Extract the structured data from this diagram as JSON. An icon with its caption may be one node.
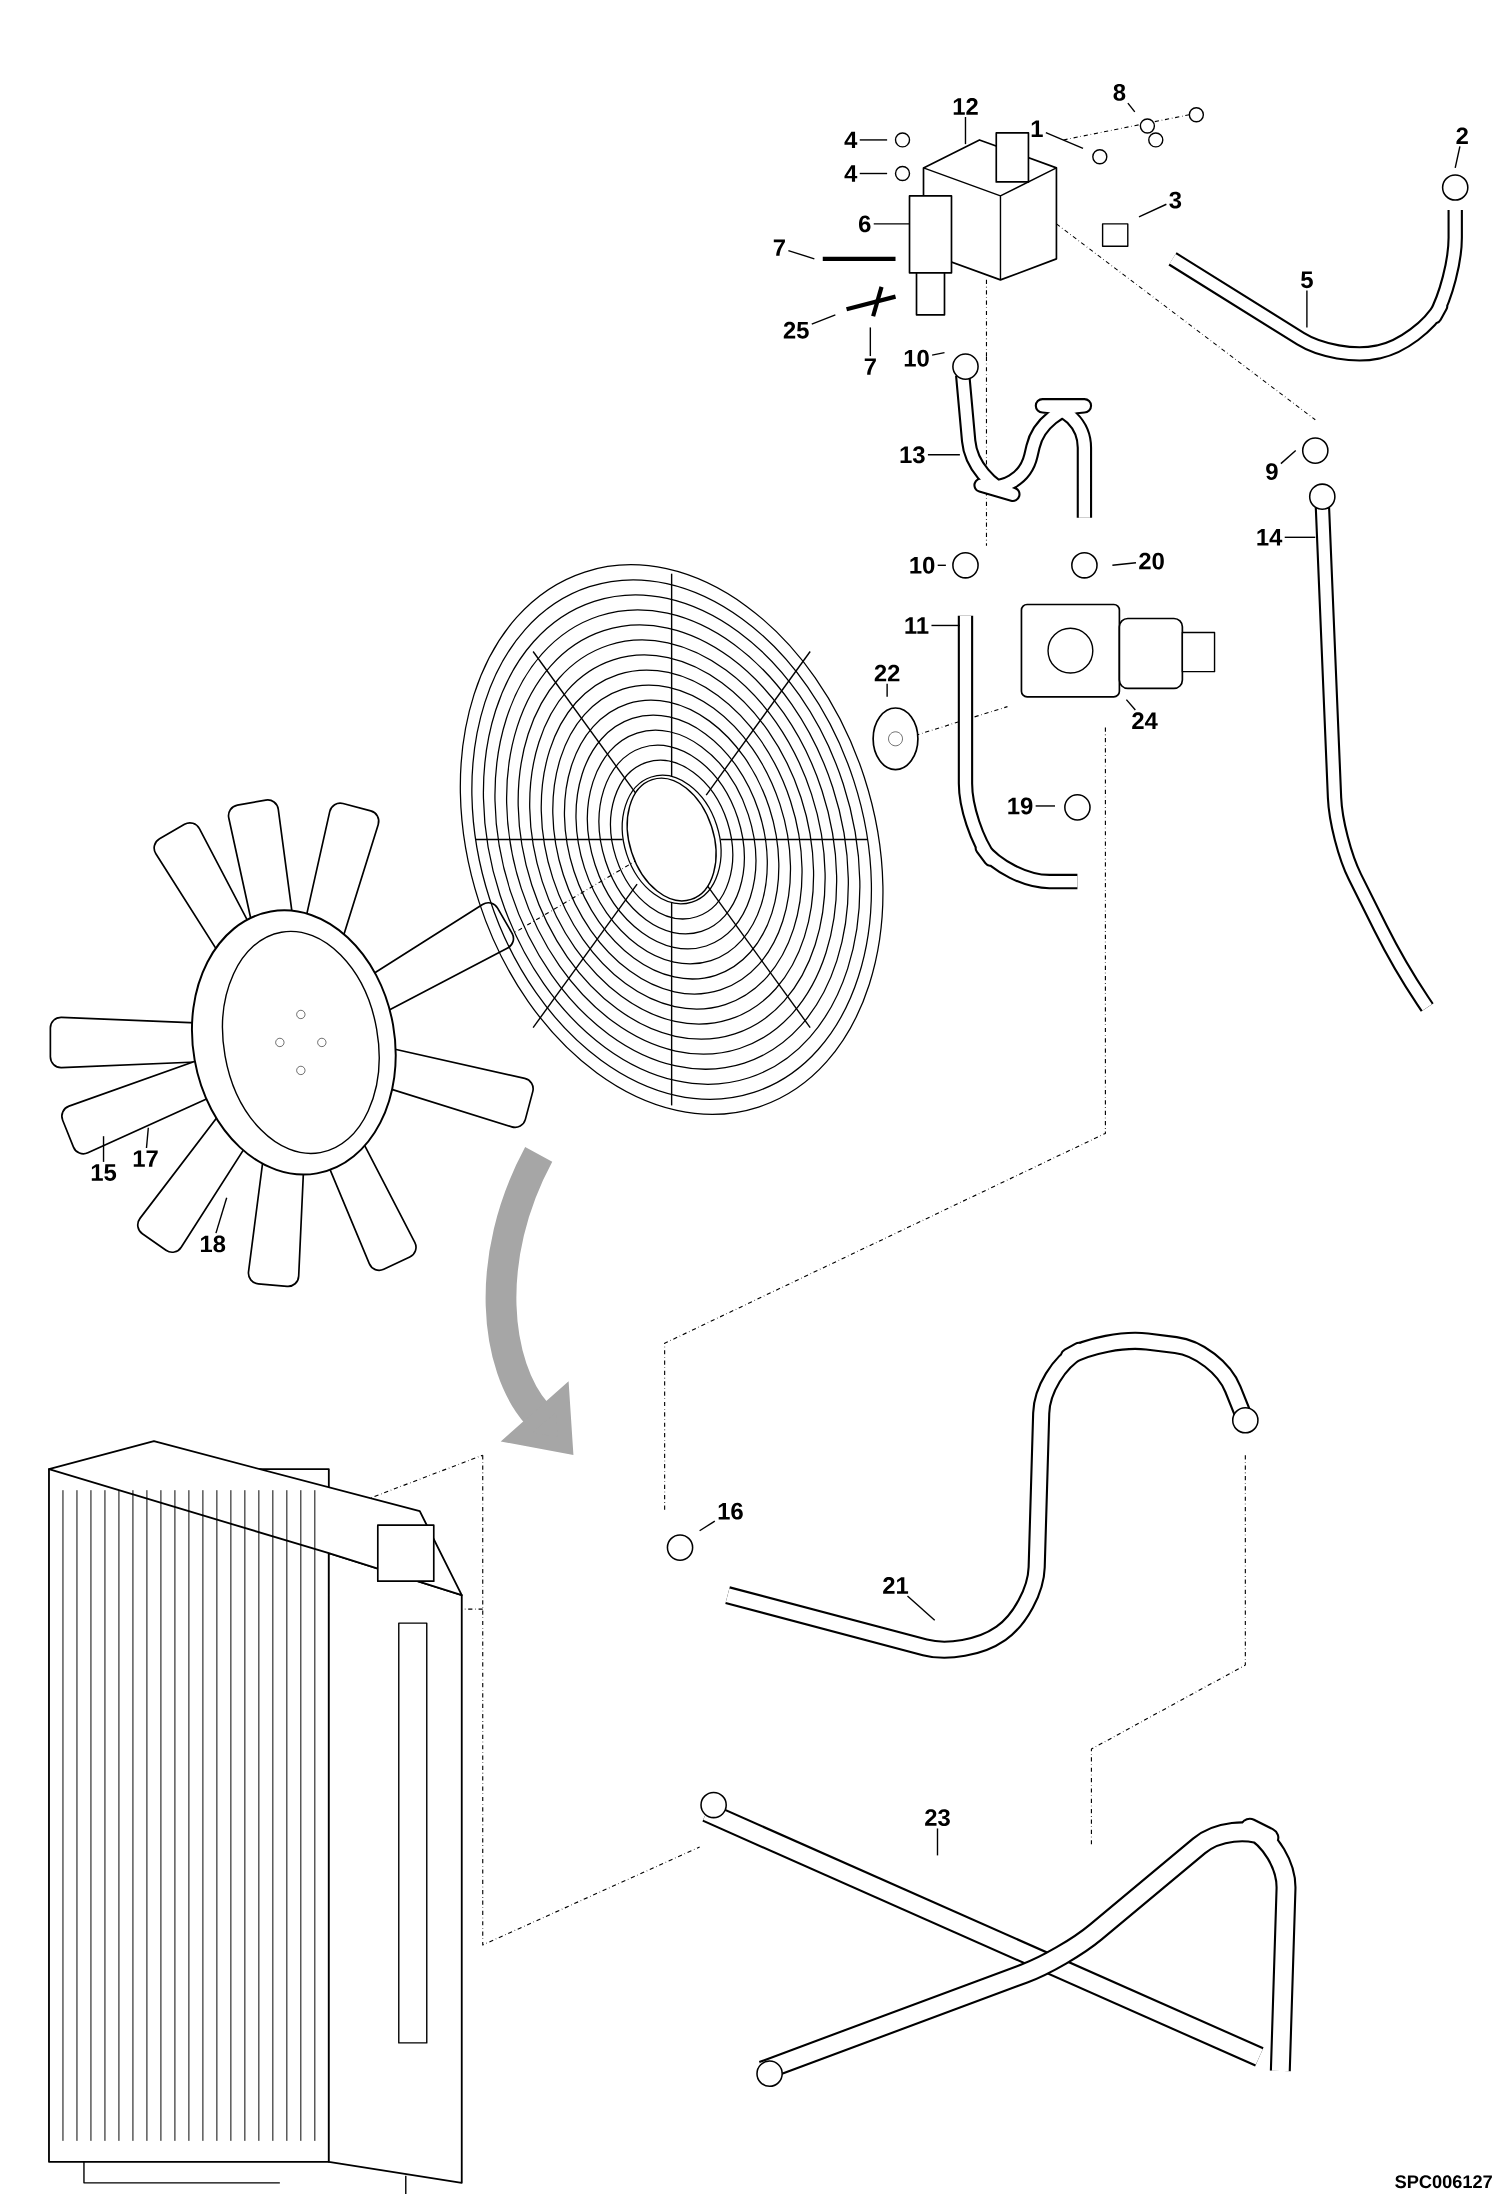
{
  "diagram": {
    "nodes": [
      {
        "text": [
          "1"
        ]
      },
      {
        "text": [
          "8"
        ]
      },
      {
        "text": [
          "4"
        ]
      },
      {
        "text": [
          "12"
        ]
      },
      {
        "text": [
          "4"
        ]
      },
      {
        "text": [
          "6"
        ]
      },
      {
        "text": [
          "3"
        ]
      },
      {
        "text": [
          "2"
        ]
      },
      {
        "text": [
          "7"
        ]
      },
      {
        "text": [
          "25"
        ]
      },
      {
        "text": [
          "7"
        ]
      },
      {
        "text": [
          "10"
        ]
      },
      {
        "text": [
          "5"
        ]
      },
      {
        "text": [
          "13"
        ]
      },
      {
        "text": [
          "9"
        ]
      },
      {
        "text": [
          "14"
        ]
      },
      {
        "text": [
          "10"
        ]
      },
      {
        "text": [
          "20"
        ]
      },
      {
        "text": [
          "11"
        ]
      },
      {
        "text": [
          "22"
        ]
      },
      {
        "text": [
          "24"
        ]
      },
      {
        "text": [
          "19"
        ]
      },
      {
        "text": [
          "15"
        ]
      },
      {
        "text": [
          "17"
        ]
      },
      {
        "text": [
          "18"
        ]
      },
      {
        "text": [
          "16"
        ]
      },
      {
        "text": [
          "21"
        ]
      },
      {
        "text": [
          "23"
        ]
      }
    ],
    "edges": [
      {
        "from": 0,
        "to": null,
        "arrow": "none"
      },
      {
        "from": 1,
        "to": null,
        "arrow": "none"
      },
      {
        "from": 2,
        "to": null,
        "arrow": "none"
      },
      {
        "from": 3,
        "to": null,
        "arrow": "none"
      },
      {
        "from": 4,
        "to": null,
        "arrow": "none"
      },
      {
        "from": 5,
        "to": null,
        "arrow": "none"
      },
      {
        "from": 6,
        "to": null,
        "arrow": "none"
      },
      {
        "from": 7,
        "to": null,
        "arrow": "none"
      },
      {
        "from": 8,
        "to": null,
        "arrow": "none"
      },
      {
        "from": 9,
        "to": null,
        "arrow": "none"
      },
      {
        "from": 10,
        "to": null,
        "arrow": "none"
      },
      {
        "from": 11,
        "to": null,
        "arrow": "none"
      },
      {
        "from": 12,
        "to": null,
        "arrow": "none"
      },
      {
        "from": 13,
        "to": null,
        "arrow": "none"
      },
      {
        "from": 14,
        "to": null,
        "arrow": "none"
      },
      {
        "from": 15,
        "to": null,
        "arrow": "none"
      },
      {
        "from": 16,
        "to": null,
        "arrow": "none"
      },
      {
        "from": 17,
        "to": null,
        "arrow": "none"
      },
      {
        "from": 18,
        "to": null,
        "arrow": "none"
      },
      {
        "from": 19,
        "to": null,
        "arrow": "none"
      },
      {
        "from": 20,
        "to": null,
        "arrow": "none"
      },
      {
        "from": 21,
        "to": null,
        "arrow": "none"
      },
      {
        "from": 22,
        "to": null,
        "arrow": "none"
      },
      {
        "from": 23,
        "to": null,
        "arrow": "none"
      },
      {
        "from": 24,
        "to": null,
        "arrow": "none"
      },
      {
        "from": 25,
        "to": null,
        "arrow": "none"
      },
      {
        "from": 26,
        "to": null,
        "arrow": "none"
      },
      {
        "from": 27,
        "to": null,
        "arrow": "none"
      }
    ],
    "labels": [
      "SPC006127"
    ]
  }
}
